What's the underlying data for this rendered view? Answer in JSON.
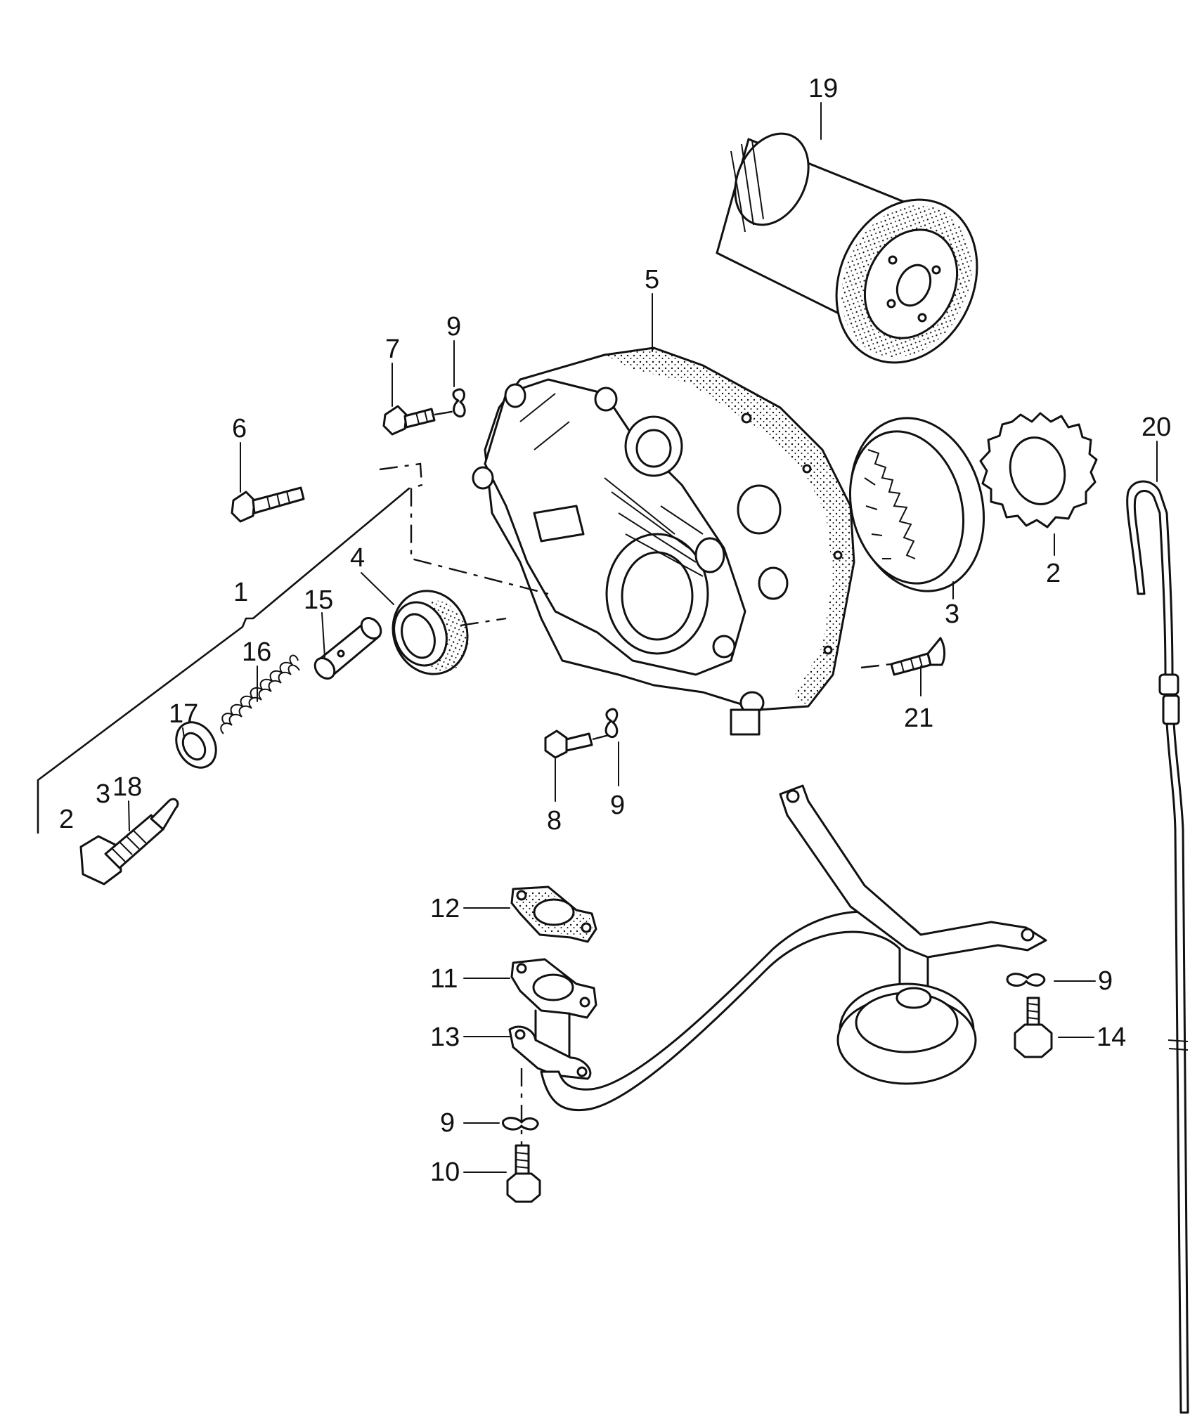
{
  "callouts": {
    "c1": "1",
    "c2_left": "2",
    "c3_left": "3",
    "c18": "18",
    "c17": "17",
    "c16": "16",
    "c15": "15",
    "c4": "4",
    "c6": "6",
    "c7": "7",
    "c9_top": "9",
    "c5": "5",
    "c19": "19",
    "c20": "20",
    "c2_right": "2",
    "c3_right": "3",
    "c21": "21",
    "c8": "8",
    "c9_mid": "9",
    "c12": "12",
    "c11": "11",
    "c13": "13",
    "c9_low": "9",
    "c10": "10",
    "c9_right": "9",
    "c14": "14"
  },
  "colors": {
    "ink": "#111111",
    "paper": "#ffffff"
  }
}
